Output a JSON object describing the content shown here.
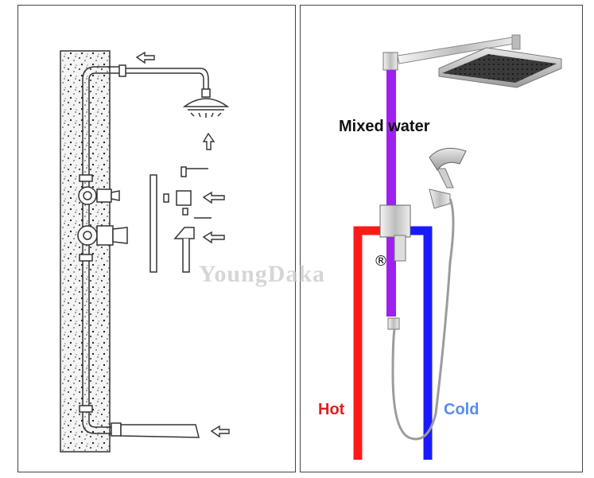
{
  "labels": {
    "mixed_water": "Mixed water",
    "hot": "Hot",
    "cold": "Cold",
    "watermark": "YoungDaka",
    "registered": "®"
  },
  "colors": {
    "hot_pipe": "#ff1a1a",
    "cold_pipe": "#1a1aff",
    "mixed_pipe": "#a020f0",
    "hot_text": "#e02020",
    "cold_text": "#5a8af0",
    "outline": "#333333",
    "chrome": "#c8c8c8"
  },
  "icons": {
    "arrow": "arrow-icon",
    "shower_head": "rain-shower-head-icon",
    "hand_shower": "hand-shower-icon",
    "valve": "mixing-valve-icon"
  }
}
